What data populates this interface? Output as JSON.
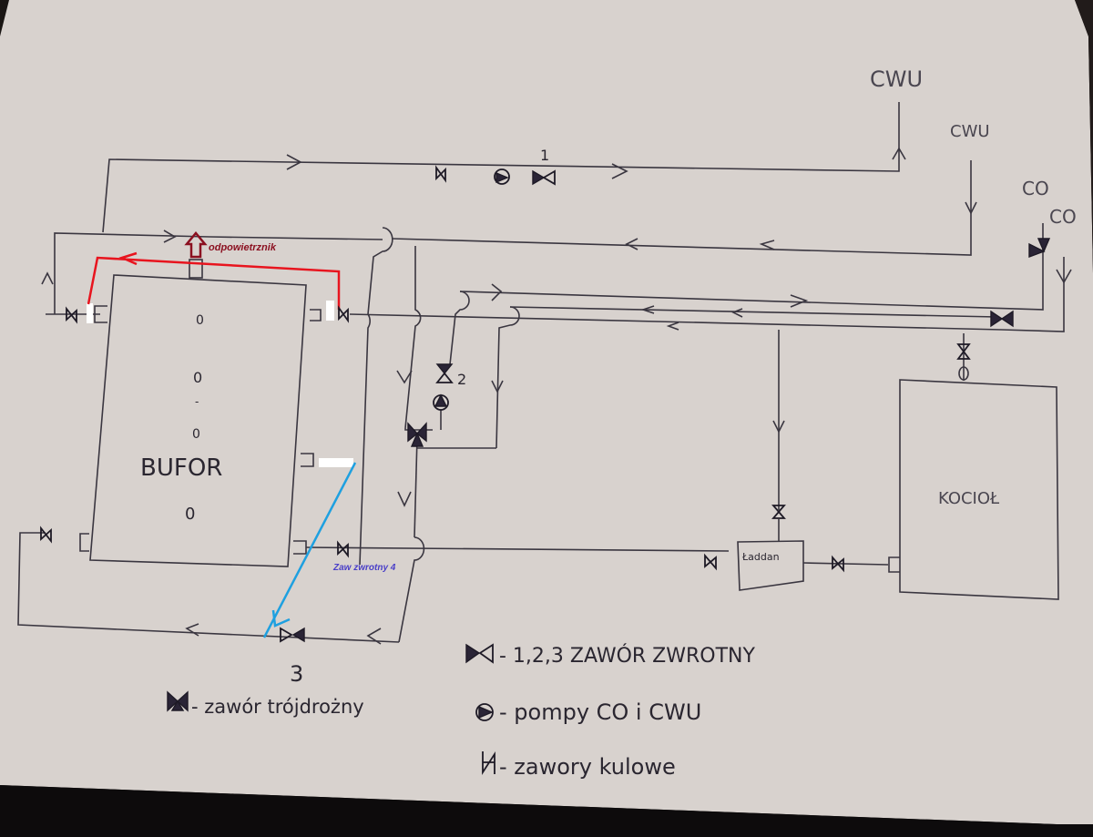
{
  "diagram": {
    "type": "hand-drawn heating system schematic (photo of paper sketch)",
    "components": {
      "buffer_tank": {
        "label": "BUFOR",
        "port_marks": [
          "0",
          "0",
          "-",
          "0",
          "0"
        ]
      },
      "boiler": {
        "label": "KOCIOŁ"
      },
      "sludge_separator": {
        "label": "Ładdan"
      }
    },
    "outlet_labels": {
      "cwu_supply": "CWU",
      "cwu_return": "CWU",
      "co_supply": "CO",
      "co_return": "CO"
    },
    "valve_numbers": {
      "check_valve_1": "1",
      "check_valve_2": "2",
      "check_valve_3": "3"
    },
    "annotations": {
      "air_vent": {
        "text": "odpowietrznik",
        "color": "#8b1020"
      },
      "check_valve_4": {
        "text": "Zaw zwrotny 4",
        "color": "#4a3fc8"
      }
    },
    "overlay_lines": {
      "red_line_color": "#e8141e",
      "blue_line_color": "#1ea0e0"
    },
    "legend": [
      {
        "symbol": "check-valve-icon",
        "text": "- 1,2,3 ZAWÓR ZWROTNY"
      },
      {
        "symbol": "pump-icon",
        "text": "- pompy CO i CWU"
      },
      {
        "symbol": "ball-valve-icon",
        "text": "- zawory kulowe"
      },
      {
        "symbol": "three-way-valve-icon",
        "text": "- zawór trójdrożny"
      }
    ],
    "colors": {
      "paper": "#d6d0cc",
      "ink": "#1e1a26",
      "background": "#1a1614"
    }
  }
}
